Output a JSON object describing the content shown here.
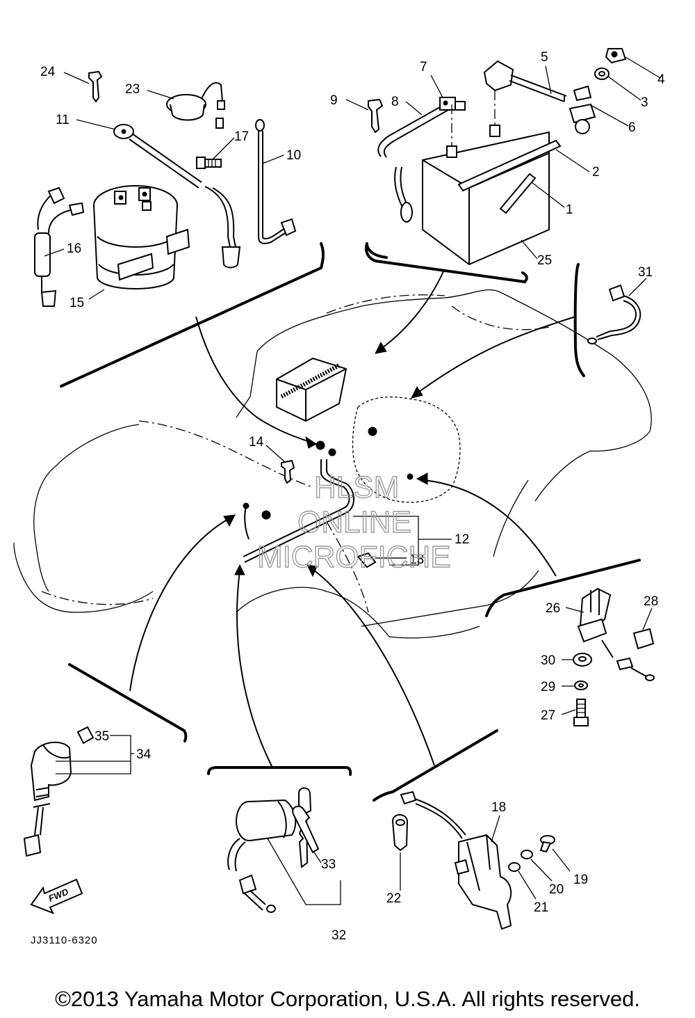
{
  "diagram_code": "JJ3110-6320",
  "copyright": "©2013 Yamaha Motor Corporation, U.S.A. All rights reserved.",
  "watermark": {
    "line1": "HLSM",
    "line2": "ONLINE",
    "line3": "MICROFICHE",
    "color": "#9a9a9a"
  },
  "fwd_label": "FWD",
  "callouts": {
    "c1": "1",
    "c2": "2",
    "c3": "3",
    "c4": "4",
    "c5": "5",
    "c6": "6",
    "c7": "7",
    "c8": "8",
    "c9": "9",
    "c10": "10",
    "c11": "11",
    "c12": "12",
    "c13": "13",
    "c14": "14",
    "c15": "15",
    "c16": "16",
    "c17": "17",
    "c18": "18",
    "c19": "19",
    "c20": "20",
    "c21": "21",
    "c22": "22",
    "c23": "23",
    "c24": "24",
    "c25": "25",
    "c26": "26",
    "c27": "27",
    "c28": "28",
    "c29": "29",
    "c30": "30",
    "c31": "31",
    "c32": "32",
    "c33": "33",
    "c34": "34",
    "c35": "35"
  }
}
